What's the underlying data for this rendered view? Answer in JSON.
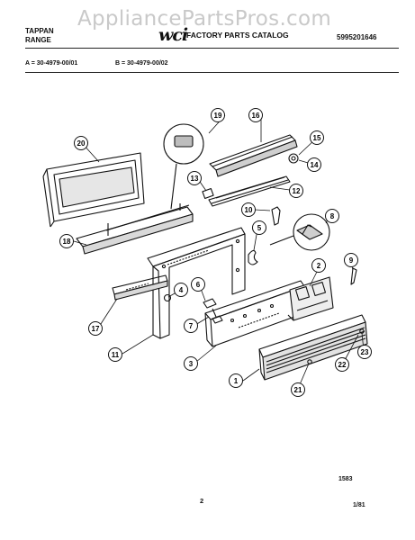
{
  "watermark": "AppliancePartsPros.com",
  "header": {
    "brand_line1": "TAPPAN",
    "brand_line2": "RANGE",
    "logo": "wci",
    "catalog_title": "FACTORY PARTS CATALOG",
    "catalog_number": "5995201646",
    "model_a": "A = 30-4979-00/01",
    "model_b": "B = 30-4979-00/02"
  },
  "callouts": [
    "1",
    "2",
    "3",
    "4",
    "5",
    "6",
    "7",
    "8",
    "9",
    "10",
    "11",
    "12",
    "13",
    "14",
    "15",
    "16",
    "17",
    "18",
    "19",
    "20",
    "21",
    "22",
    "23"
  ],
  "footer": {
    "drawing_number": "1583",
    "page_number": "2",
    "date": "1/81"
  }
}
